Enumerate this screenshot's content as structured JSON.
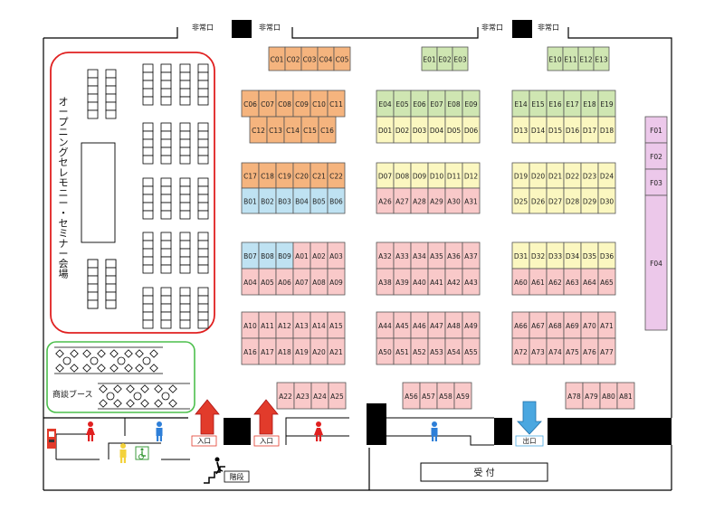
{
  "labels": {
    "emergency_exit": "非常口",
    "seminar_hall": "オープニングセレモニー・セミナー会場",
    "meeting_booth": "商談ブース",
    "entrance": "入口",
    "exit": "出口",
    "stairs": "階段",
    "reception": "受 付"
  },
  "colors": {
    "A": "#f9c9c9",
    "B": "#bfe2f2",
    "C": "#f5b47e",
    "D": "#fbf7c0",
    "E": "#cfe6b2",
    "F": "#ecc8ea",
    "seminar_border": "#e02020",
    "meeting_border": "#4cbf4c",
    "entrance_arrow": "#e23b2b",
    "exit_arrow": "#4aa7e0",
    "male": "#2e7fd8",
    "female": "#e02020",
    "accessible": "#3d9b3d",
    "caution": "#f3d23c"
  },
  "booth_rows": [
    {
      "ids": [
        "C01",
        "C02",
        "C03",
        "C04",
        "C05"
      ],
      "cat": "C"
    },
    {
      "ids": [
        "E01",
        "E02",
        "E03"
      ],
      "cat": "E"
    },
    {
      "ids": [
        "E10",
        "E11",
        "E12",
        "E13"
      ],
      "cat": "E"
    },
    {
      "ids": [
        "C06",
        "C07",
        "C08",
        "C09",
        "C10",
        "C11"
      ],
      "cat": "C"
    },
    {
      "ids": [
        "C12",
        "C13",
        "C14",
        "C15",
        "C16"
      ],
      "cat": "C"
    },
    {
      "ids": [
        "E04",
        "E05",
        "E06",
        "E07",
        "E08",
        "E09"
      ],
      "cat": "E"
    },
    {
      "ids": [
        "D01",
        "D02",
        "D03",
        "D04",
        "D05",
        "D06"
      ],
      "cat": "D"
    },
    {
      "ids": [
        "E14",
        "E15",
        "E16",
        "E17",
        "E18",
        "E19"
      ],
      "cat": "E"
    },
    {
      "ids": [
        "D13",
        "D14",
        "D15",
        "D16",
        "D17",
        "D18"
      ],
      "cat": "D"
    },
    {
      "ids": [
        "C17",
        "C18",
        "C19",
        "C20",
        "C21",
        "C22"
      ],
      "cat": "C"
    },
    {
      "ids": [
        "B01",
        "B02",
        "B03",
        "B04",
        "B05",
        "B06"
      ],
      "cat": "B"
    },
    {
      "ids": [
        "D07",
        "D08",
        "D09",
        "D10",
        "D11",
        "D12"
      ],
      "cat": "D"
    },
    {
      "ids": [
        "A26",
        "A27",
        "A28",
        "A29",
        "A30",
        "A31"
      ],
      "cat": "A"
    },
    {
      "ids": [
        "D19",
        "D20",
        "D21",
        "D22",
        "D23",
        "D24"
      ],
      "cat": "D"
    },
    {
      "ids": [
        "D25",
        "D26",
        "D27",
        "D28",
        "D29",
        "D30"
      ],
      "cat": "D"
    },
    {
      "ids": [
        "B07",
        "B08",
        "B09"
      ],
      "cat": "B"
    },
    {
      "ids": [
        "A01",
        "A02",
        "A03"
      ],
      "cat": "A"
    },
    {
      "ids": [
        "A04",
        "A05",
        "A06",
        "A07",
        "A08",
        "A09"
      ],
      "cat": "A"
    },
    {
      "ids": [
        "A32",
        "A33",
        "A34",
        "A35",
        "A36",
        "A37"
      ],
      "cat": "A"
    },
    {
      "ids": [
        "A38",
        "A39",
        "A40",
        "A41",
        "A42",
        "A43"
      ],
      "cat": "A"
    },
    {
      "ids": [
        "D31",
        "D32",
        "D33",
        "D34",
        "D35",
        "D36"
      ],
      "cat": "D"
    },
    {
      "ids": [
        "A60",
        "A61",
        "A62",
        "A63",
        "A64",
        "A65"
      ],
      "cat": "A"
    },
    {
      "ids": [
        "A10",
        "A11",
        "A12",
        "A13",
        "A14",
        "A15"
      ],
      "cat": "A"
    },
    {
      "ids": [
        "A16",
        "A17",
        "A18",
        "A19",
        "A20",
        "A21"
      ],
      "cat": "A"
    },
    {
      "ids": [
        "A44",
        "A45",
        "A46",
        "A47",
        "A48",
        "A49"
      ],
      "cat": "A"
    },
    {
      "ids": [
        "A50",
        "A51",
        "A52",
        "A53",
        "A54",
        "A55"
      ],
      "cat": "A"
    },
    {
      "ids": [
        "A66",
        "A67",
        "A68",
        "A69",
        "A70",
        "A71"
      ],
      "cat": "A"
    },
    {
      "ids": [
        "A72",
        "A73",
        "A74",
        "A75",
        "A76",
        "A77"
      ],
      "cat": "A"
    },
    {
      "ids": [
        "A22",
        "A23",
        "A24",
        "A25"
      ],
      "cat": "A"
    },
    {
      "ids": [
        "A56",
        "A57",
        "A58",
        "A59"
      ],
      "cat": "A"
    },
    {
      "ids": [
        "A78",
        "A79",
        "A80",
        "A81"
      ],
      "cat": "A"
    }
  ],
  "f_booths": [
    "F01",
    "F02",
    "F03",
    "F04"
  ]
}
